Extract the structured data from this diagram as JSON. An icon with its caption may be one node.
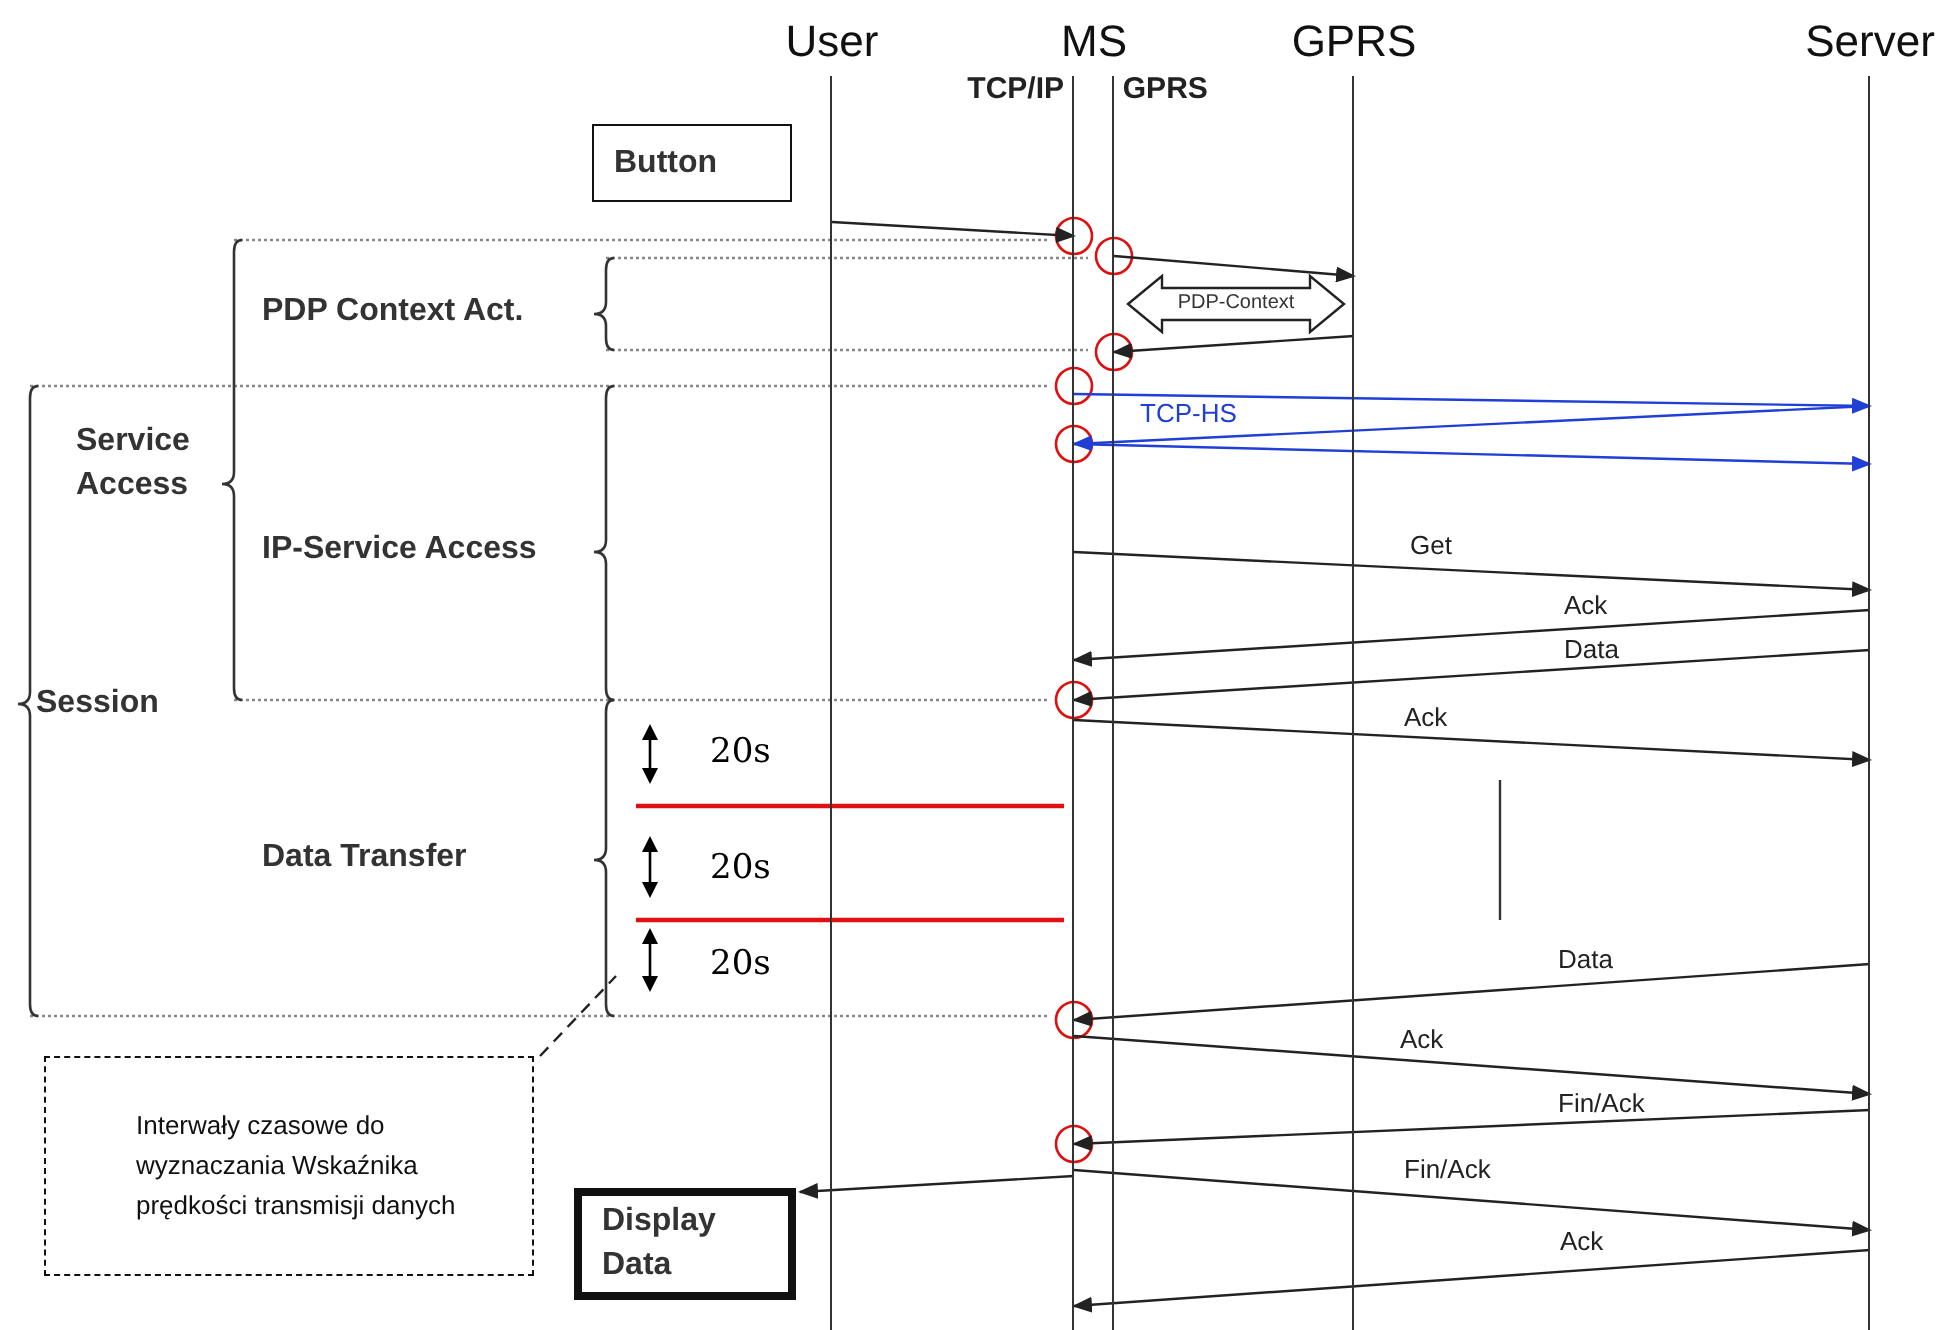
{
  "diagram": {
    "nodes": [
      {
        "text": [
          "User"
        ]
      },
      {
        "text": [
          "MS"
        ]
      },
      {
        "text": [
          "TCP/IP"
        ]
      },
      {
        "text": [
          "GPRS"
        ]
      },
      {
        "text": [
          "GPRS"
        ]
      },
      {
        "text": [
          "Server"
        ]
      },
      {
        "text": [
          "Button"
        ]
      },
      {
        "text": [
          "Display Data"
        ]
      },
      {
        "text": [
          "PDP-Context"
        ]
      },
      {
        "text": [
          "Interwały czasowe do wyznaczania Wskaźnika prędkości transmisji danych"
        ]
      }
    ],
    "edges": [
      {
        "from": 0,
        "to": 2,
        "arrow": "to"
      },
      {
        "from": 3,
        "to": 4,
        "arrow": "to"
      },
      {
        "from": 4,
        "to": 3,
        "arrow": "to"
      },
      {
        "from": 2,
        "to": 5,
        "arrow": "to",
        "color": "#1f3fd6"
      },
      {
        "from": 5,
        "to": 2,
        "arrow": "to",
        "label": "TCP-HS",
        "color": "#1f3fd6"
      },
      {
        "from": 2,
        "to": 5,
        "arrow": "to",
        "color": "#1f3fd6"
      },
      {
        "from": 2,
        "to": 5,
        "arrow": "to",
        "label": "Get"
      },
      {
        "from": 5,
        "to": 2,
        "arrow": "to",
        "label": "Ack"
      },
      {
        "from": 5,
        "to": 2,
        "arrow": "to",
        "label": "Data"
      },
      {
        "from": 2,
        "to": 5,
        "arrow": "to",
        "label": "Ack"
      },
      {
        "from": 5,
        "to": 2,
        "arrow": "to",
        "label": "Data"
      },
      {
        "from": 2,
        "to": 5,
        "arrow": "to",
        "label": "Ack"
      },
      {
        "from": 5,
        "to": 2,
        "arrow": "to",
        "label": "Fin/Ack"
      },
      {
        "from": 2,
        "to": 5,
        "arrow": "to",
        "label": "Fin/Ack"
      },
      {
        "from": 2,
        "to": 7,
        "arrow": "to"
      },
      {
        "from": 5,
        "to": 2,
        "arrow": "to",
        "label": "Ack"
      },
      {
        "from": 9,
        "to": null,
        "arrow": "none",
        "style": "dashed"
      }
    ],
    "labels": [
      "PDP Context Act.",
      "Service Access",
      "IP-Service Access",
      "Session",
      "20s",
      "Data Transfer",
      "20s",
      "20s"
    ]
  }
}
